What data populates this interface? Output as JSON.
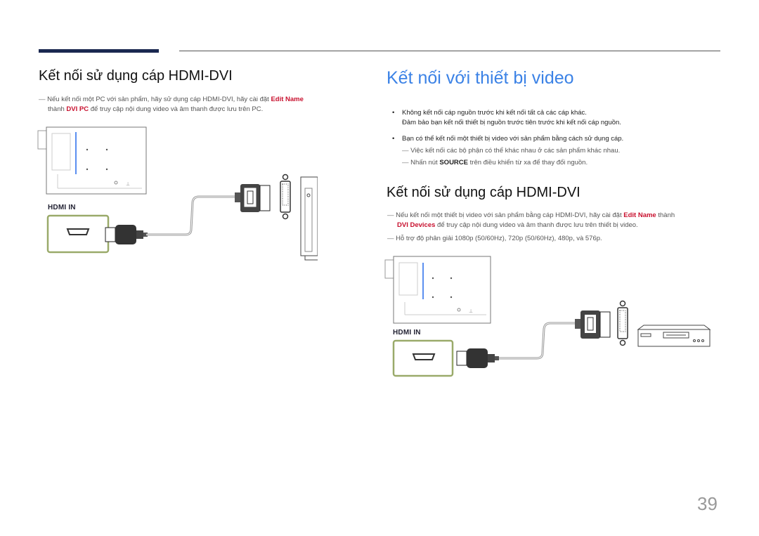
{
  "page": {
    "number": "39"
  },
  "left_section": {
    "heading": "Kết nối sử dụng cáp HDMI-DVI",
    "note_line1_prefix": "Nếu kết nối một PC với sản phẩm, hãy sử dụng cáp HDMI-DVI, hãy cài đặt ",
    "note_line1_em": "Edit Name",
    "note_line2_prefix": "thành ",
    "note_line2_em": "DVI PC",
    "note_line2_suffix": " để truy cập nội dung video và âm thanh được lưu trên PC.",
    "port_label": "HDMI IN"
  },
  "right_section": {
    "title": "Kết nối với thiết bị video",
    "bullet1_line1": "Không kết nối cáp nguồn trước khi kết nối tất cả các cáp khác.",
    "bullet1_line2": "Đảm bảo bạn kết nối thiết bị nguồn trước tiên trước khi kết nối cáp nguồn.",
    "bullet2": "Bạn có thể kết nối một thiết bị video với sản phẩm bằng cách sử dụng cáp.",
    "subnote1": "Việc kết nối các bộ phận có thể khác nhau ở các sản phẩm khác nhau.",
    "subnote2_prefix": "Nhấn nút ",
    "subnote2_bold": "SOURCE",
    "subnote2_suffix": " trên điều khiển từ xa để thay đổi nguồn.",
    "heading": "Kết nối sử dụng cáp HDMI-DVI",
    "note1_line1_prefix": "Nếu kết nối một thiết bị video với sản phẩm bằng cáp HDMI-DVI, hãy cài đặt ",
    "note1_line1_em": "Edit Name",
    "note1_line1_suffix": " thành",
    "note1_line2_em": "DVI Devices",
    "note1_line2_suffix": " để truy cập nội dung video và âm thanh được lưu trên thiết bị video.",
    "note2": "Hỗ trợ độ phân giải 1080p (50/60Hz), 720p (50/60Hz), 480p, và 576p.",
    "port_label": "HDMI IN"
  },
  "colors": {
    "title_blue": "#3b82e6",
    "emphasis_red": "#c8102e",
    "port_frame_green": "#9aaa6a",
    "top_bar_navy": "#1a2850"
  }
}
